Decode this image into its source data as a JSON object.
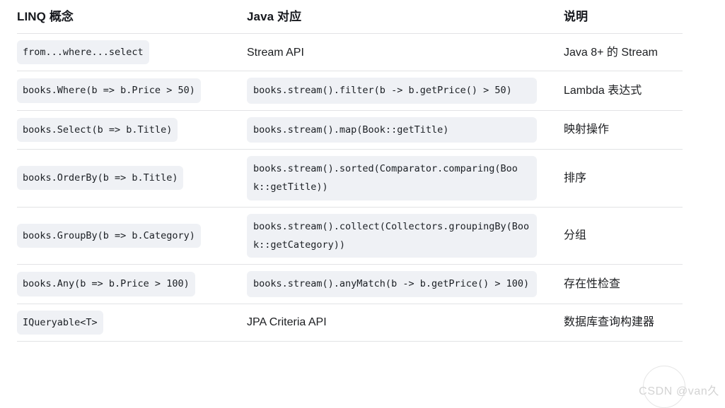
{
  "table": {
    "headers": [
      "LINQ 概念",
      "Java 对应",
      "说明"
    ],
    "rows": [
      {
        "linq": "from...where...select",
        "linq_is_code": true,
        "java": "Stream API",
        "java_is_code": false,
        "desc": "Java 8+ 的 Stream"
      },
      {
        "linq": "books.Where(b => b.Price > 50)",
        "linq_is_code": true,
        "java": "books.stream().filter(b -> b.getPrice() > 50)",
        "java_is_code": true,
        "desc": "Lambda 表达式"
      },
      {
        "linq": "books.Select(b => b.Title)",
        "linq_is_code": true,
        "java": "books.stream().map(Book::getTitle)",
        "java_is_code": true,
        "desc": "映射操作"
      },
      {
        "linq": "books.OrderBy(b => b.Title)",
        "linq_is_code": true,
        "java": "books.stream().sorted(Comparator.comparing(Book::getTitle))",
        "java_is_code": true,
        "desc": "排序"
      },
      {
        "linq": "books.GroupBy(b => b.Category)",
        "linq_is_code": true,
        "java": "books.stream().collect(Collectors.groupingBy(Book::getCategory))",
        "java_is_code": true,
        "desc": "分组"
      },
      {
        "linq": "books.Any(b => b.Price > 100)",
        "linq_is_code": true,
        "java": "books.stream().anyMatch(b -> b.getPrice() > 100)",
        "java_is_code": true,
        "desc": "存在性检查"
      },
      {
        "linq": "IQueryable<T>",
        "linq_is_code": true,
        "java": "JPA Criteria API",
        "java_is_code": false,
        "desc": "数据库查询构建器"
      }
    ]
  },
  "watermark": {
    "text": "CSDN @van久"
  },
  "colors": {
    "chip_bg": "#eff1f5",
    "text": "#1c1e21",
    "border": "#e2e3e5",
    "watermark": "#b9b9b9"
  }
}
